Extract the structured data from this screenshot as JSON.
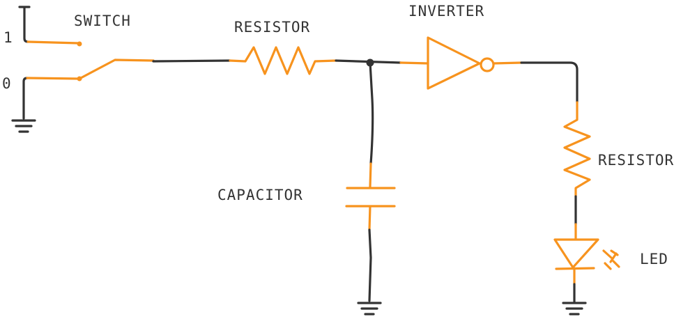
{
  "labels": {
    "switch": "SWITCH",
    "resistor_top": "RESISTOR",
    "inverter": "INVERTER",
    "resistor_right": "RESISTOR",
    "capacitor": "CAPACITOR",
    "led": "LED",
    "switch_one": "1",
    "switch_zero": "0"
  },
  "colors": {
    "wire": "#333333",
    "component": "#F7931E"
  }
}
